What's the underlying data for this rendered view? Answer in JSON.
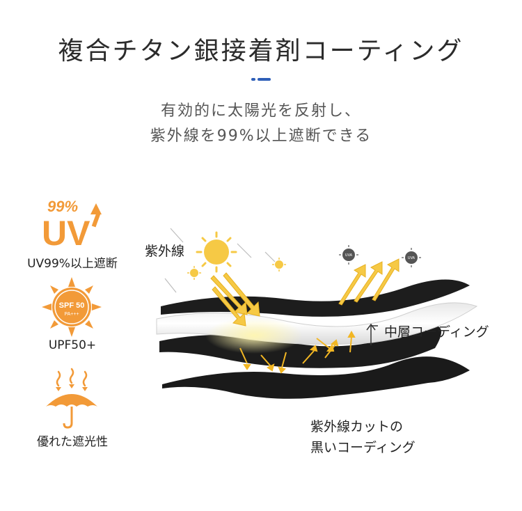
{
  "header": {
    "title": "複合チタン銀接着剤コーティング",
    "subtitle_line1": "有効的に太陽光を反射し、",
    "subtitle_line2": "紫外線を99%以上遮断できる"
  },
  "features": [
    {
      "badge_percent": "99%",
      "badge_text": "UV",
      "label": "UV99%以上遮断",
      "icon": "uv-arrow-icon"
    },
    {
      "badge_top": "SPF 50",
      "badge_bottom": "PA+++",
      "label": "UPF50+",
      "icon": "sun-badge-icon"
    },
    {
      "label": "優れた遮光性",
      "icon": "umbrella-icon"
    }
  ],
  "diagram": {
    "uv_label": "紫外線",
    "middle_layer_label": "中層コーディング",
    "black_layer_line1": "紫外線カットの",
    "black_layer_line2": "黒いコーディング",
    "uva_text": "UVA"
  },
  "colors": {
    "accent_blue": "#2f5fb8",
    "orange": "#f29a38",
    "yellow": "#f6c945",
    "fabric_black": "#1a1a1a"
  }
}
